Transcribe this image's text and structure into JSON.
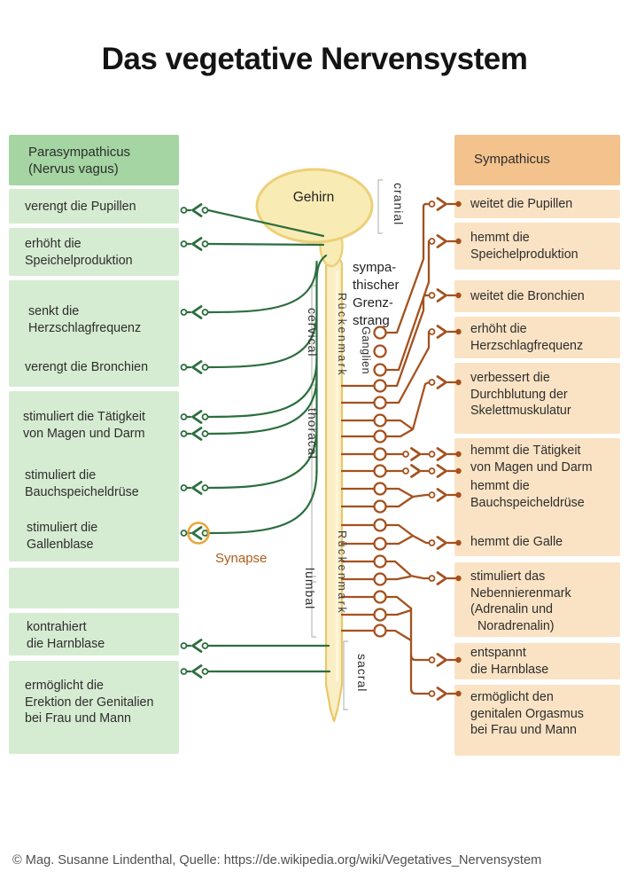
{
  "title": "Das vegetative Nervensystem",
  "footer": "© Mag. Susanne Lindenthal, Quelle: https://de.wikipedia.org/wiki/Vegetatives_Nervensystem",
  "parasympathicus": {
    "header": "Parasympathicus\n(Nervus vagus)",
    "items": [
      {
        "label": "verengt die Pupillen"
      },
      {
        "label": "erhöht die\nSpeichelproduktion"
      },
      {
        "label": "senkt die\nHerzschlagfrequenz"
      },
      {
        "label": "verengt die Bronchien"
      },
      {
        "label": "stimuliert die Tätigkeit\nvon Magen und Darm"
      },
      {
        "label": "stimuliert die\nBauchspeicheldrüse"
      },
      {
        "label": "stimuliert die\nGallenblase"
      },
      {
        "label": "kontrahiert\ndie Harnblase"
      },
      {
        "label": "ermöglicht die\nErektion der Genitalien\nbei Frau und Mann"
      }
    ]
  },
  "sympathicus": {
    "header": "Sympathicus",
    "items": [
      {
        "label": "weitet die Pupillen"
      },
      {
        "label": "hemmt die\nSpeichelproduktion"
      },
      {
        "label": "weitet die Bronchien"
      },
      {
        "label": "erhöht die\nHerzschlagfrequenz"
      },
      {
        "label": "verbessert die\nDurchblutung der\nSkelettmuskulatur"
      },
      {
        "label": "hemmt die Tätigkeit\nvon Magen und  Darm"
      },
      {
        "label": "hemmt die\nBauchspeicheldrüse"
      },
      {
        "label": "hemmt die Galle"
      },
      {
        "label": "stimuliert das\nNebennierenmark\n(Adrenalin und\n  Noradrenalin)"
      },
      {
        "label": "entspannt\ndie Harnblase"
      },
      {
        "label": "ermöglicht den\ngenitalen Orgasmus\nbei Frau und Mann"
      }
    ]
  },
  "center": {
    "gehirn_label": "Gehirn",
    "rueckenmark_label": "Rückenmark",
    "grenzstrang_label": "sympa-\nthischer\nGrenz-\nstrang",
    "ganglien_label": "Ganglien",
    "synapse_label": "Synapse",
    "regions": {
      "cranial": "cranial",
      "cervical": "cervical",
      "thoracal": "thoracal",
      "lumbal": "lumbal",
      "sacral": "sacral"
    }
  },
  "colors": {
    "green_header": "#a4d5a2",
    "green_light": "#d6ecd2",
    "orange_header": "#f4c28c",
    "orange_light": "#fae3c4",
    "green_line": "#2c6e3e",
    "brown_line": "#a4511e",
    "cord_fill": "#faeec6",
    "cord_stroke": "#e9c86a",
    "synapse_ring": "#eaa53a"
  }
}
